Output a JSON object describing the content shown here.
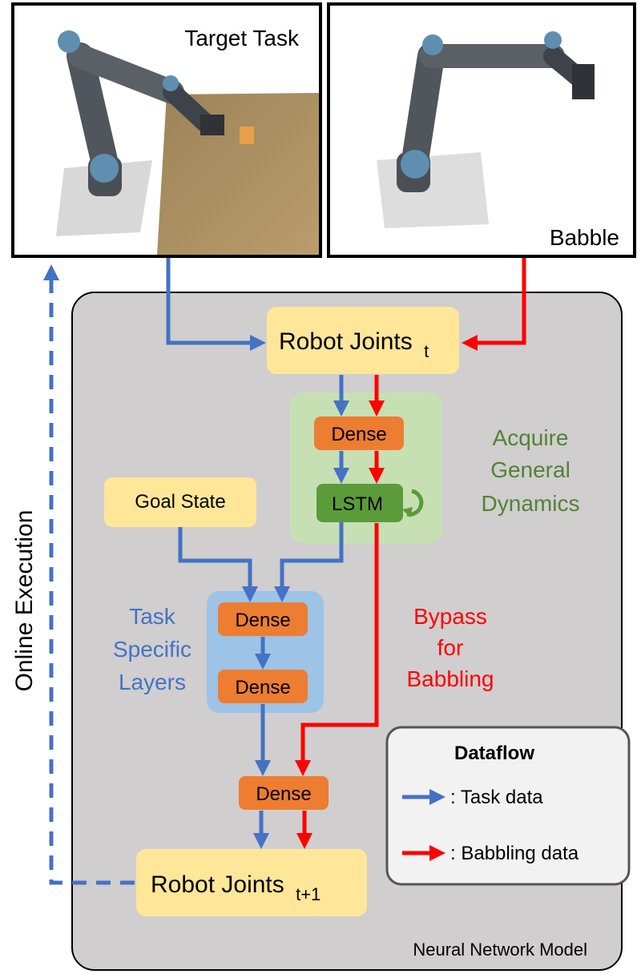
{
  "panels": {
    "target_task": "Target Task",
    "babble": "Babble"
  },
  "side_label": "Online Execution",
  "model": {
    "container_label": "Neural Network Model",
    "robot_joints_t": {
      "text": "Robot Joints",
      "subscript": "t"
    },
    "robot_joints_t1": {
      "text": "Robot Joints",
      "subscript": "t+1"
    },
    "goal_state": "Goal State",
    "dense_general": "Dense",
    "lstm": "LSTM",
    "dense_task_1": "Dense",
    "dense_task_2": "Dense",
    "dense_output": "Dense",
    "general_dynamics_label": [
      "Acquire",
      "General",
      "Dynamics"
    ],
    "task_specific_label": [
      "Task",
      "Specific",
      "Layers"
    ],
    "bypass_label": [
      "Bypass",
      "for",
      "Babbling"
    ]
  },
  "legend": {
    "title": "Dataflow",
    "task_data": ": Task data",
    "babbling_data": ": Babbling data"
  },
  "colors": {
    "task_blue": "#4472C4",
    "babble_red": "#FF0000",
    "dense_orange": "#ED7D31",
    "lstm_green": "#5B9B3A",
    "general_green_bg": "#C6E0B4",
    "task_blue_bg": "#9DC3E6",
    "yellow_box": "#FFE699",
    "model_gray": "#D0CECE"
  }
}
